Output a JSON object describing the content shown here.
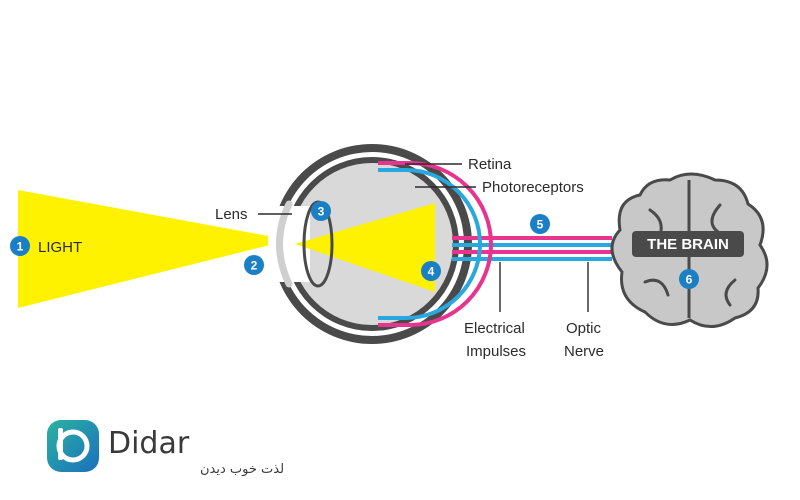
{
  "labels": {
    "light": "LIGHT",
    "lens": "Lens",
    "retina": "Retina",
    "photoreceptors": "Photoreceptors",
    "electrical_line1": "Electrical",
    "electrical_line2": "Impulses",
    "optic_line1": "Optic",
    "optic_line2": "Nerve",
    "brain": "THE BRAIN"
  },
  "steps": [
    "1",
    "2",
    "3",
    "4",
    "5",
    "6"
  ],
  "logo": {
    "brand": "Didar",
    "tagline": "لذت خوب دیدن"
  },
  "colors": {
    "light_beam": "#fff200",
    "step_marker": "#1a7fc4",
    "retina": "#e8348e",
    "photoreceptors": "#29a8e0",
    "eye_outline": "#4a4a4a",
    "eye_fill": "#d9d9d9",
    "brain_fill": "#c8c8c8",
    "logo_gradient_start": "#2bb3a0",
    "logo_gradient_end": "#1b6fbe"
  }
}
